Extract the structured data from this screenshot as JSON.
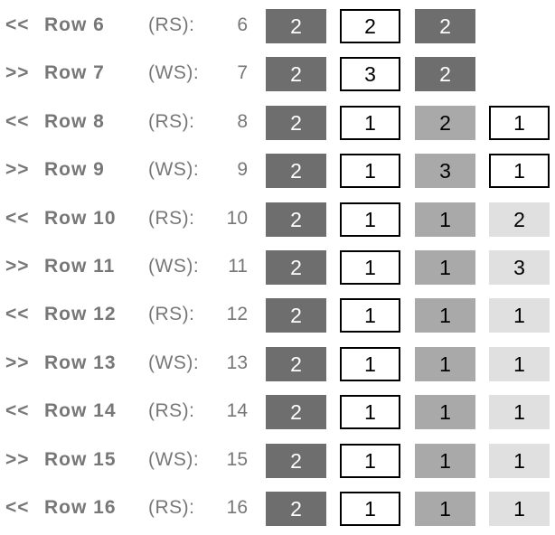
{
  "rows": [
    {
      "dir": "<<",
      "label": "Row 6",
      "side": "(RS):",
      "num": "6",
      "cells": [
        {
          "value": "2",
          "style": "dark"
        },
        {
          "value": "2",
          "style": "white"
        },
        {
          "value": "2",
          "style": "dark"
        }
      ]
    },
    {
      "dir": ">>",
      "label": "Row 7",
      "side": "(WS):",
      "num": "7",
      "cells": [
        {
          "value": "2",
          "style": "dark"
        },
        {
          "value": "3",
          "style": "white"
        },
        {
          "value": "2",
          "style": "dark"
        }
      ]
    },
    {
      "dir": "<<",
      "label": "Row 8",
      "side": "(RS):",
      "num": "8",
      "cells": [
        {
          "value": "2",
          "style": "dark"
        },
        {
          "value": "1",
          "style": "white"
        },
        {
          "value": "2",
          "style": "mid"
        },
        {
          "value": "1",
          "style": "white"
        }
      ]
    },
    {
      "dir": ">>",
      "label": "Row 9",
      "side": "(WS):",
      "num": "9",
      "cells": [
        {
          "value": "2",
          "style": "dark"
        },
        {
          "value": "1",
          "style": "white"
        },
        {
          "value": "3",
          "style": "mid"
        },
        {
          "value": "1",
          "style": "white"
        }
      ]
    },
    {
      "dir": "<<",
      "label": "Row 10",
      "side": "(RS):",
      "num": "10",
      "cells": [
        {
          "value": "2",
          "style": "dark"
        },
        {
          "value": "1",
          "style": "white"
        },
        {
          "value": "1",
          "style": "mid"
        },
        {
          "value": "2",
          "style": "light"
        }
      ]
    },
    {
      "dir": ">>",
      "label": "Row 11",
      "side": "(WS):",
      "num": "11",
      "cells": [
        {
          "value": "2",
          "style": "dark"
        },
        {
          "value": "1",
          "style": "white"
        },
        {
          "value": "1",
          "style": "mid"
        },
        {
          "value": "3",
          "style": "light"
        }
      ]
    },
    {
      "dir": "<<",
      "label": "Row 12",
      "side": "(RS):",
      "num": "12",
      "cells": [
        {
          "value": "2",
          "style": "dark"
        },
        {
          "value": "1",
          "style": "white"
        },
        {
          "value": "1",
          "style": "mid"
        },
        {
          "value": "1",
          "style": "light"
        }
      ]
    },
    {
      "dir": ">>",
      "label": "Row 13",
      "side": "(WS):",
      "num": "13",
      "cells": [
        {
          "value": "2",
          "style": "dark"
        },
        {
          "value": "1",
          "style": "white"
        },
        {
          "value": "1",
          "style": "mid"
        },
        {
          "value": "1",
          "style": "light"
        }
      ]
    },
    {
      "dir": "<<",
      "label": "Row 14",
      "side": "(RS):",
      "num": "14",
      "cells": [
        {
          "value": "2",
          "style": "dark"
        },
        {
          "value": "1",
          "style": "white"
        },
        {
          "value": "1",
          "style": "mid"
        },
        {
          "value": "1",
          "style": "light"
        }
      ]
    },
    {
      "dir": ">>",
      "label": "Row 15",
      "side": "(WS):",
      "num": "15",
      "cells": [
        {
          "value": "2",
          "style": "dark"
        },
        {
          "value": "1",
          "style": "white"
        },
        {
          "value": "1",
          "style": "mid"
        },
        {
          "value": "1",
          "style": "light"
        }
      ]
    },
    {
      "dir": "<<",
      "label": "Row 16",
      "side": "(RS):",
      "num": "16",
      "cells": [
        {
          "value": "2",
          "style": "dark"
        },
        {
          "value": "1",
          "style": "white"
        },
        {
          "value": "1",
          "style": "mid"
        },
        {
          "value": "1",
          "style": "light"
        }
      ]
    }
  ],
  "colors": {
    "dark": "#6e6e6e",
    "mid": "#a9a9a9",
    "light": "#e0e0e0",
    "white": "#ffffff",
    "label_text": "#777777"
  }
}
